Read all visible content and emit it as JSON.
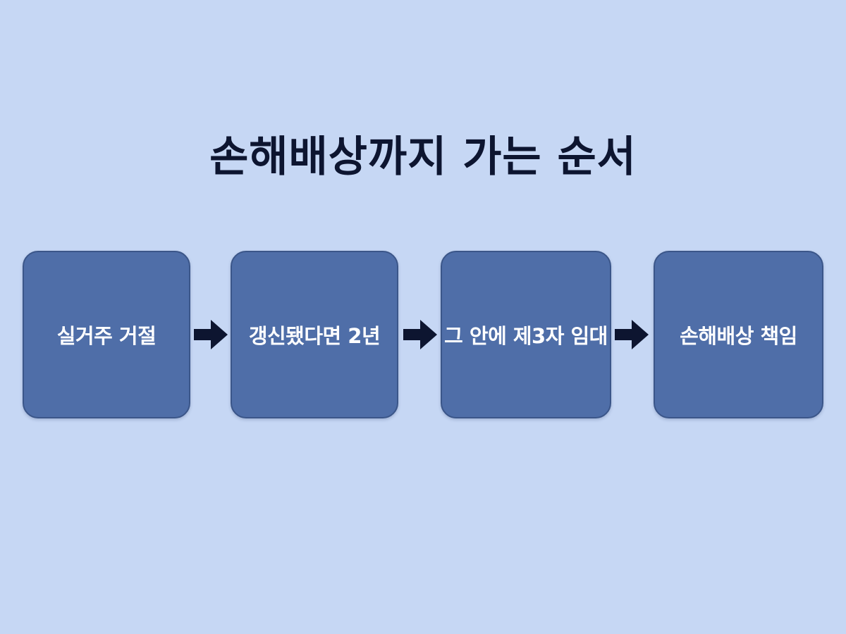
{
  "title": "손해배상까지 가는 순서",
  "steps": [
    {
      "label": "실거주 거절"
    },
    {
      "label": "갱신됐다면 2년"
    },
    {
      "label": "그 안에 제3자 임대"
    },
    {
      "label": "손해배상 책임"
    }
  ],
  "colors": {
    "background": "#c6d7f4",
    "box_fill": "#4f6ea8",
    "title_text": "#0d1530",
    "arrow": "#0d1530"
  },
  "icons": {
    "connector": "right-arrow-icon"
  }
}
